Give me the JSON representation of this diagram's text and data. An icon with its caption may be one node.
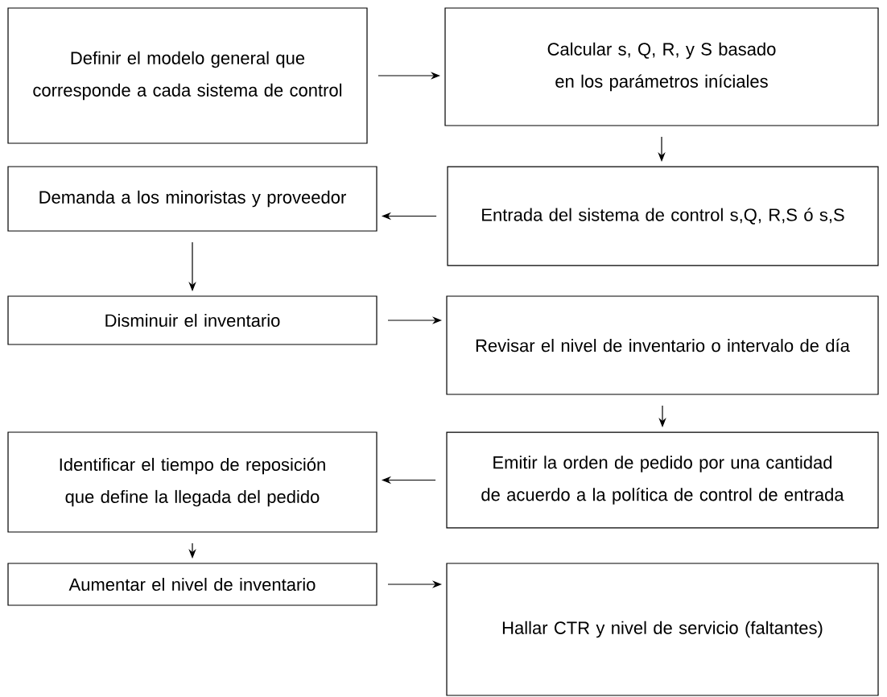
{
  "diagram": {
    "nodes": [
      {
        "text": [
          "Definir el modelo general que corresponde a cada sistema de control"
        ]
      },
      {
        "text": [
          "Calcular s, Q, R, y S basado en los parámetros iníciales"
        ]
      },
      {
        "text": [
          "Demanda a los minoristas y proveedor"
        ]
      },
      {
        "text": [
          "Entrada del sistema de control s,Q, R,S ó s,S"
        ]
      },
      {
        "text": [
          "Disminuir el inventario"
        ]
      },
      {
        "text": [
          "Revisar el nivel de inventario o intervalo de día"
        ]
      },
      {
        "text": [
          "Identificar el tiempo de reposición que define la llegada del pedido"
        ]
      },
      {
        "text": [
          "Emitir la orden de pedido por una cantidad de acuerdo a la política de control de entrada"
        ]
      },
      {
        "text": [
          "Aumentar el nivel de inventario"
        ]
      },
      {
        "text": [
          "Hallar CTR y nivel de servicio (faltantes)"
        ]
      }
    ],
    "edges": [
      {
        "from": 0,
        "to": 1,
        "arrow": "to"
      },
      {
        "from": 1,
        "to": 3,
        "arrow": "to"
      },
      {
        "from": 3,
        "to": 2,
        "arrow": "to"
      },
      {
        "from": 2,
        "to": 4,
        "arrow": "to"
      },
      {
        "from": 4,
        "to": 5,
        "arrow": "to"
      },
      {
        "from": 5,
        "to": 7,
        "arrow": "to"
      },
      {
        "from": 7,
        "to": 6,
        "arrow": "to"
      },
      {
        "from": 6,
        "to": 8,
        "arrow": "to"
      },
      {
        "from": 8,
        "to": 9,
        "arrow": "to"
      }
    ]
  }
}
